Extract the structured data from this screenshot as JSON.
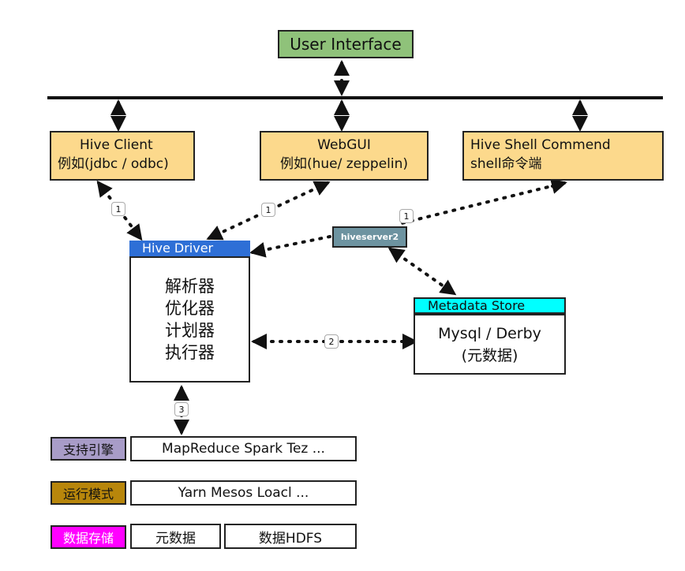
{
  "top": {
    "label": "User Interface"
  },
  "clients": [
    {
      "line1": "Hive  Client",
      "line2": "例如(jdbc / odbc)"
    },
    {
      "line1": "WebGUI",
      "line2": "例如(hue/ zeppelin)"
    },
    {
      "line1": "Hive Shell Commend",
      "line2": "shell命令端"
    }
  ],
  "hiveserver2": "hiveserver2",
  "driver": {
    "title": "Hive Driver",
    "lines": [
      "解析器",
      "优化器",
      "计划器",
      "执行器"
    ]
  },
  "metadata": {
    "title": "Metadata Store",
    "line1": "Mysql / Derby",
    "line2": "(元数据)"
  },
  "badges": [
    "1",
    "1",
    "1",
    "2",
    "3"
  ],
  "rows": [
    {
      "label": "支持引擎",
      "color": "#a89cc8",
      "values": [
        "MapReduce Spark Tez ..."
      ]
    },
    {
      "label": "运行模式",
      "color": "#b8860b",
      "values": [
        "Yarn Mesos Loacl ..."
      ]
    },
    {
      "label": "数据存储",
      "color": "#ff00ff",
      "values": [
        "元数据",
        "数据HDFS"
      ]
    }
  ]
}
